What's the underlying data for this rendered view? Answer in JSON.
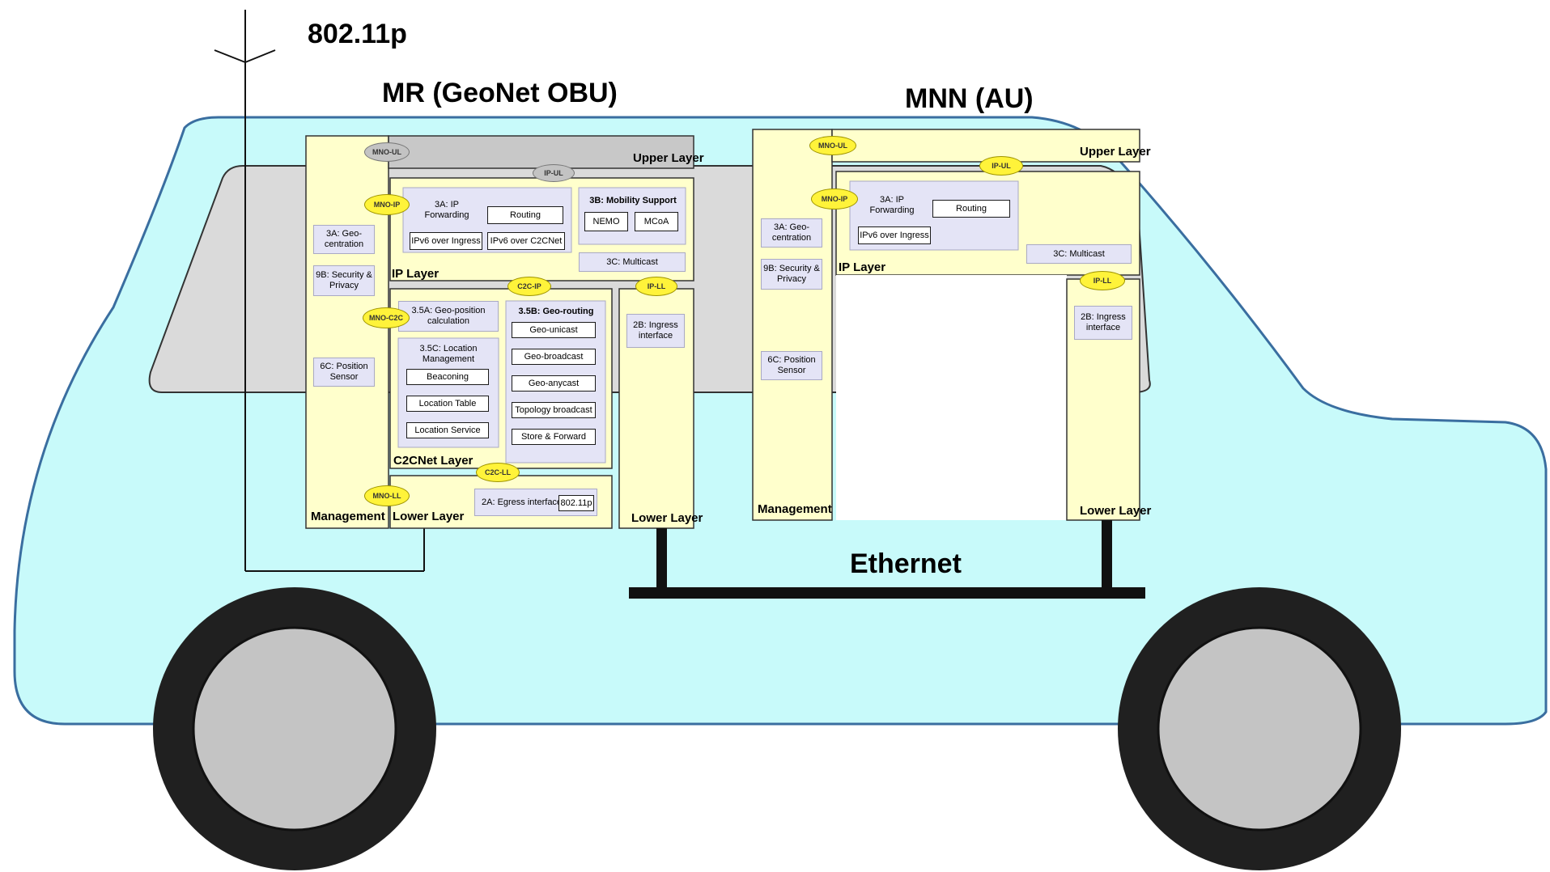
{
  "antenna_label": "802.11p",
  "mr": {
    "title": "MR  (GeoNet OBU)",
    "upper_layer": "Upper Layer",
    "ip_layer": "IP Layer",
    "c2cnet_layer": "C2CNet Layer",
    "lower_layer_left": "Lower Layer",
    "lower_layer_right": "Lower Layer",
    "management": "Management",
    "mgmt_boxes": [
      "3A: Geo-\ncentration",
      "9B: Security &\nPrivacy",
      "6C: Position\nSensor"
    ],
    "ip_forwarding": "3A: IP\nForwarding",
    "routing": "Routing",
    "ipv6_over_ingress": "IPv6 over Ingress",
    "ipv6_over_c2cnet": "IPv6 over C2CNet",
    "mobility_support": "3B: Mobility Support",
    "nemo": "NEMO",
    "mcoa": "MCoA",
    "multicast": "3C: Multicast",
    "geo_position": "3.5A: Geo-position\ncalculation",
    "location_mgmt": "3.5C: Location\nManagement",
    "location_items": [
      "Beaconing",
      "Location Table",
      "Location Service"
    ],
    "geo_routing": "3.5B: Geo-routing",
    "routing_items": [
      "Geo-unicast",
      "Geo-broadcast",
      "Geo-anycast",
      "Topology broadcast",
      "Store & Forward"
    ],
    "ingress_interface": "2B: Ingress\ninterface",
    "egress_interface": "2A: Egress interface",
    "egress_tech": "802.11p",
    "badges": [
      "MNO-UL",
      "IP-UL",
      "MNO-IP",
      "C2C-IP",
      "IP-LL",
      "MNO-C2C",
      "C2C-LL",
      "MNO-LL"
    ]
  },
  "mnn": {
    "title": "MNN (AU)",
    "upper_layer": "Upper Layer",
    "ip_layer": "IP Layer",
    "lower_layer": "Lower Layer",
    "management": "Management",
    "mgmt_boxes": [
      "3A: Geo-\ncentration",
      "9B: Security &\nPrivacy",
      "6C: Position\nSensor"
    ],
    "ip_forwarding": "3A: IP\nForwarding",
    "routing": "Routing",
    "ipv6_over_ingress": "IPv6 over Ingress",
    "multicast": "3C: Multicast",
    "ingress_interface": "2B: Ingress\ninterface",
    "badges": [
      "MNO-UL",
      "IP-UL",
      "MNO-IP",
      "IP-LL"
    ]
  },
  "ethernet_label": "Ethernet",
  "colors": {
    "vehicle_body": "#c8fafa",
    "window": "#dadada",
    "panel": "#ffffcc",
    "sub_box": "#e4e4f6",
    "badge": "#fff33a",
    "upper_gray": "#c8c8c8",
    "tire": "#202020",
    "hub": "#c4c4c4"
  }
}
